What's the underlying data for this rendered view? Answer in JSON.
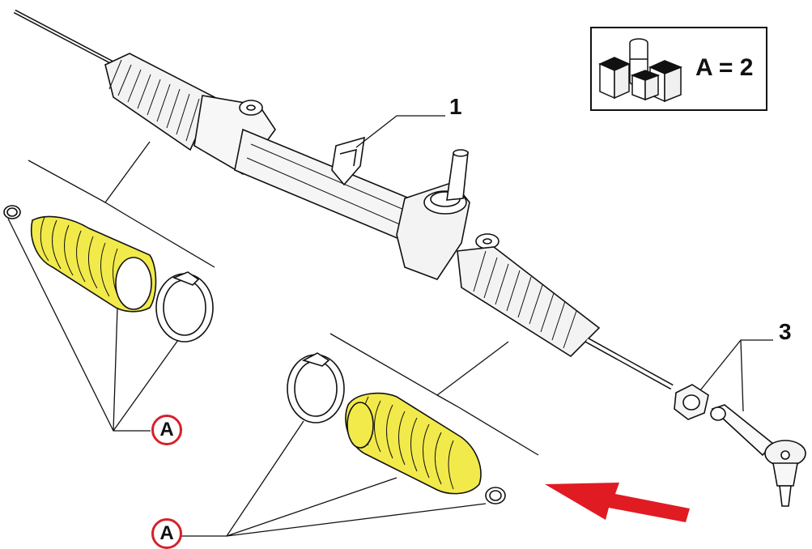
{
  "kit_legend": {
    "formula": "A = 2",
    "icon": "spare-parts-kit-icon"
  },
  "callouts": {
    "part_1": "1",
    "part_3": "3",
    "set_a_upper": "A",
    "set_a_lower": "A"
  },
  "colors": {
    "boot_highlight": "#f2ea4a",
    "arrow": "#e01b22",
    "badge_ring": "#d6202a",
    "line": "#111111"
  },
  "icons": {
    "pointer_arrow": "red-arrow-icon"
  }
}
